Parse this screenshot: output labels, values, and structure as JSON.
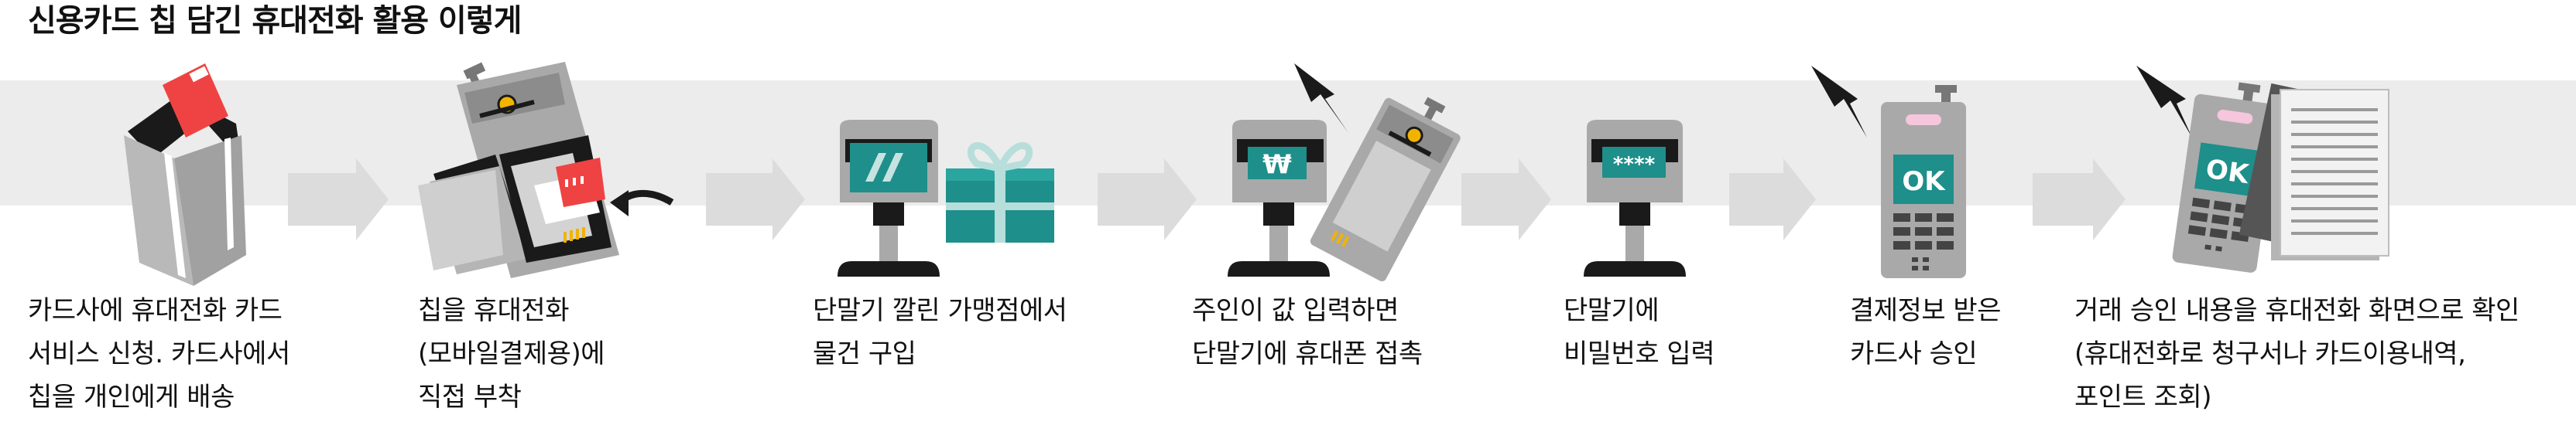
{
  "title": "신용카드 칩 담긴 휴대전화 활용 이렇게",
  "steps": [
    {
      "lines": [
        "카드사에 휴대전화 카드",
        "서비스 신청. 카드사에서",
        "칩을 개인에게 배송"
      ]
    },
    {
      "lines": [
        "칩을 휴대전화",
        "(모바일결제용)에",
        "직접 부착"
      ]
    },
    {
      "lines": [
        "단말기 깔린 가맹점에서",
        "물건 구입"
      ]
    },
    {
      "lines": [
        "주인이 값 입력하면",
        "단말기에 휴대폰 접촉"
      ]
    },
    {
      "lines": [
        "단말기에",
        "비밀번호 입력"
      ]
    },
    {
      "lines": [
        "결제정보 받은",
        "카드사 승인"
      ]
    },
    {
      "lines": [
        "거래 승인 내용을 휴대전화 화면으로 확인",
        "(휴대전화로 청구서나 카드이용내역,",
        "포인트 조회)"
      ]
    }
  ],
  "screens": {
    "won": "₩",
    "pin": "****",
    "ok": "OK",
    "ok2": "OK"
  },
  "colors": {
    "teal": "#1e8f8a",
    "red": "#ef4343",
    "gray": "#a9a9a9",
    "dark": "#1a1a1a",
    "band": "#ececec",
    "arrow": "#dcdcdc"
  }
}
